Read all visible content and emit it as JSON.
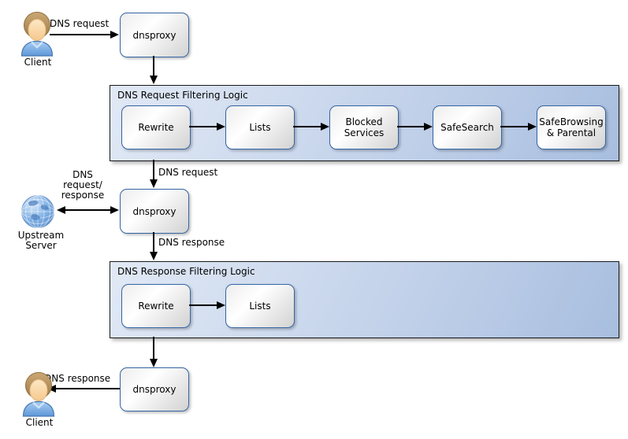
{
  "colors": {
    "box_border": "#3465a4",
    "container_gradient_start": "#e1e9f5",
    "container_gradient_end": "#a8bedf",
    "box_gradient_start": "#ffffff",
    "box_gradient_end": "#d2d2d2",
    "arrow": "#000000"
  },
  "nodes": {
    "client_top": "Client",
    "client_bottom": "Client",
    "upstream_server": "Upstream\nServer",
    "proxy_top": "dnsproxy",
    "proxy_mid": "dnsproxy",
    "proxy_bottom": "dnsproxy"
  },
  "request_pipeline": {
    "title": "DNS Request Filtering Logic",
    "steps": [
      "Rewrite",
      "Lists",
      "Blocked\nServices",
      "SafeSearch",
      "SafeBrowsing\n& Parental"
    ]
  },
  "response_pipeline": {
    "title": "DNS Response Filtering Logic",
    "steps": [
      "Rewrite",
      "Lists"
    ]
  },
  "edge_labels": {
    "client_request": "DNS request",
    "to_proxy_request": "DNS request",
    "upstream_exchange": "DNS\nrequest/\nresponse",
    "proxy_response": "DNS response",
    "client_response": "DNS response"
  }
}
